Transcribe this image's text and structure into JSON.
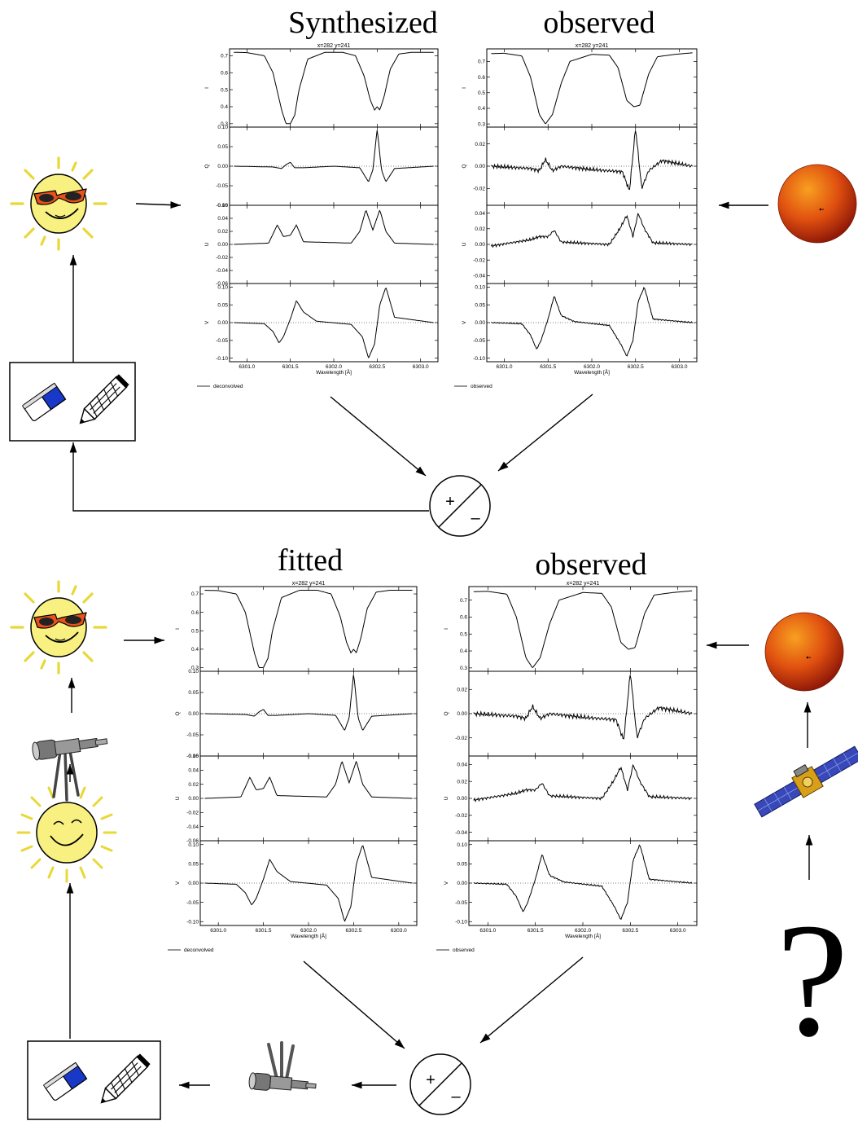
{
  "headings": {
    "top_left": "Synthesized",
    "top_right": "observed",
    "bottom_left": "fitted",
    "bottom_right": "observed"
  },
  "question_mark": "?",
  "comparator": {
    "plus": "+",
    "minus": "–"
  },
  "colors": {
    "sun_face": "#f8f080",
    "sun_ray": "#e8d838",
    "glasses": "#e8501c",
    "photo_sun": "#e05010",
    "eraser_blue": "#1838c8"
  },
  "icons": [
    "sun-with-sunglasses-icon",
    "smiling-sun-icon",
    "eraser-icon",
    "pencil-icon",
    "telescope-icon",
    "satellite-icon",
    "solar-disk-image",
    "compare-icon"
  ],
  "chart_data": [
    {
      "type": "line",
      "title": "x=282 y=241",
      "panel_labels": [
        "I",
        "Q",
        "U",
        "V"
      ],
      "xlabel": "Wavelength [Å]",
      "x_ticks": [
        "6301.0",
        "6301.5",
        "6302.0",
        "6302.5",
        "6303.0"
      ],
      "xlim": [
        6300.8,
        6303.2
      ],
      "legend": "deconvolved",
      "panels": [
        {
          "name": "I",
          "ylim": [
            0.28,
            0.74
          ],
          "yticks": [
            "0.3",
            "0.4",
            "0.5",
            "0.6",
            "0.7"
          ],
          "x": [
            6300.85,
            6301.0,
            6301.2,
            6301.3,
            6301.4,
            6301.45,
            6301.5,
            6301.55,
            6301.6,
            6301.7,
            6301.9,
            6302.1,
            6302.25,
            6302.35,
            6302.42,
            6302.47,
            6302.5,
            6302.53,
            6302.58,
            6302.65,
            6302.75,
            6302.9,
            6303.15
          ],
          "y": [
            0.72,
            0.718,
            0.7,
            0.6,
            0.38,
            0.3,
            0.3,
            0.35,
            0.5,
            0.68,
            0.72,
            0.72,
            0.7,
            0.58,
            0.44,
            0.38,
            0.4,
            0.38,
            0.46,
            0.62,
            0.71,
            0.72,
            0.72
          ]
        },
        {
          "name": "Q",
          "ylim": [
            -0.1,
            0.1
          ],
          "yticks": [
            "-0.10",
            "-0.05",
            "0.00",
            "0.05",
            "0.10"
          ],
          "dotted_zero": true,
          "x": [
            6300.85,
            6301.3,
            6301.4,
            6301.45,
            6301.5,
            6301.55,
            6301.65,
            6302.0,
            6302.3,
            6302.4,
            6302.45,
            6302.5,
            6302.55,
            6302.6,
            6302.7,
            6303.15
          ],
          "y": [
            0,
            -0.002,
            -0.006,
            0.004,
            0.01,
            -0.004,
            -0.004,
            0,
            -0.004,
            -0.04,
            -0.01,
            0.095,
            -0.01,
            -0.04,
            -0.006,
            0
          ]
        },
        {
          "name": "U",
          "ylim": [
            -0.06,
            0.06
          ],
          "yticks": [
            "-0.06",
            "-0.04",
            "-0.02",
            "0.00",
            "0.02",
            "0.04",
            "0.06"
          ],
          "x": [
            6300.85,
            6301.25,
            6301.35,
            6301.42,
            6301.5,
            6301.57,
            6301.65,
            6302.2,
            6302.3,
            6302.37,
            6302.45,
            6302.53,
            6302.6,
            6302.7,
            6303.15
          ],
          "y": [
            0,
            0.002,
            0.03,
            0.012,
            0.014,
            0.03,
            0.004,
            0.002,
            0.02,
            0.053,
            0.022,
            0.053,
            0.02,
            0.002,
            0
          ]
        },
        {
          "name": "V",
          "ylim": [
            -0.11,
            0.11
          ],
          "yticks": [
            "-0.10",
            "-0.05",
            "0.00",
            "0.05",
            "0.10"
          ],
          "dotted_zero": true,
          "x": [
            6300.85,
            6301.2,
            6301.3,
            6301.37,
            6301.42,
            6301.5,
            6301.57,
            6301.65,
            6301.8,
            6302.2,
            6302.33,
            6302.4,
            6302.47,
            6302.53,
            6302.6,
            6302.7,
            6303.15
          ],
          "y": [
            0,
            -0.003,
            -0.025,
            -0.057,
            -0.04,
            0.01,
            0.062,
            0.03,
            0.004,
            -0.005,
            -0.04,
            -0.1,
            -0.06,
            0.05,
            0.1,
            0.015,
            0
          ]
        }
      ]
    },
    {
      "type": "line",
      "title": "x=282 y=241",
      "panel_labels": [
        "I",
        "Q",
        "U",
        "V"
      ],
      "xlabel": "Wavelength [Å]",
      "x_ticks": [
        "6301.0",
        "6301.5",
        "6302.0",
        "6302.5",
        "6303.0"
      ],
      "xlim": [
        6300.8,
        6303.2
      ],
      "legend": "observed",
      "panels": [
        {
          "name": "I",
          "ylim": [
            0.28,
            0.78
          ],
          "yticks": [
            "0.3",
            "0.4",
            "0.5",
            "0.6",
            "0.7"
          ],
          "x": [
            6300.85,
            6301.0,
            6301.2,
            6301.3,
            6301.4,
            6301.47,
            6301.55,
            6301.65,
            6301.75,
            6302.0,
            6302.2,
            6302.3,
            6302.4,
            6302.48,
            6302.55,
            6302.65,
            6302.75,
            6302.95,
            6303.15
          ],
          "y": [
            0.75,
            0.752,
            0.735,
            0.6,
            0.36,
            0.3,
            0.36,
            0.56,
            0.7,
            0.745,
            0.74,
            0.66,
            0.45,
            0.41,
            0.42,
            0.62,
            0.73,
            0.745,
            0.755
          ]
        },
        {
          "name": "Q",
          "ylim": [
            -0.035,
            0.035
          ],
          "yticks": [
            "-0.02",
            "0.00",
            "0.02"
          ],
          "dotted_zero": true,
          "noise": 0.002,
          "x": [
            6300.85,
            6301.3,
            6301.4,
            6301.47,
            6301.55,
            6301.65,
            6302.0,
            6302.35,
            6302.43,
            6302.5,
            6302.57,
            6302.65,
            6302.8,
            6303.15
          ],
          "y": [
            0,
            -0.002,
            -0.004,
            0.006,
            -0.004,
            0,
            -0.003,
            -0.005,
            -0.022,
            0.034,
            -0.02,
            -0.004,
            0.005,
            0
          ]
        },
        {
          "name": "U",
          "ylim": [
            -0.05,
            0.05
          ],
          "yticks": [
            "-0.04",
            "-0.02",
            "0.00",
            "0.02",
            "0.04"
          ],
          "noise": 0.002,
          "x": [
            6300.85,
            6301.3,
            6301.4,
            6301.5,
            6301.57,
            6301.65,
            6302.2,
            6302.32,
            6302.4,
            6302.47,
            6302.53,
            6302.6,
            6302.7,
            6303.15
          ],
          "y": [
            -0.002,
            0.006,
            0.01,
            0.01,
            0.018,
            0.003,
            0,
            0.02,
            0.037,
            0.01,
            0.04,
            0.02,
            0.002,
            0
          ]
        },
        {
          "name": "V",
          "ylim": [
            -0.11,
            0.11
          ],
          "yticks": [
            "-0.10",
            "-0.05",
            "0.00",
            "0.05",
            "0.10"
          ],
          "dotted_zero": true,
          "noise": 0.002,
          "x": [
            6300.85,
            6301.2,
            6301.3,
            6301.37,
            6301.42,
            6301.5,
            6301.57,
            6301.65,
            6301.8,
            6302.2,
            6302.33,
            6302.4,
            6302.47,
            6302.53,
            6302.6,
            6302.7,
            6303.15
          ],
          "y": [
            0,
            -0.003,
            -0.035,
            -0.075,
            -0.05,
            0.01,
            0.075,
            0.02,
            0.003,
            -0.008,
            -0.06,
            -0.095,
            -0.05,
            0.06,
            0.1,
            0.01,
            0
          ]
        }
      ]
    }
  ]
}
